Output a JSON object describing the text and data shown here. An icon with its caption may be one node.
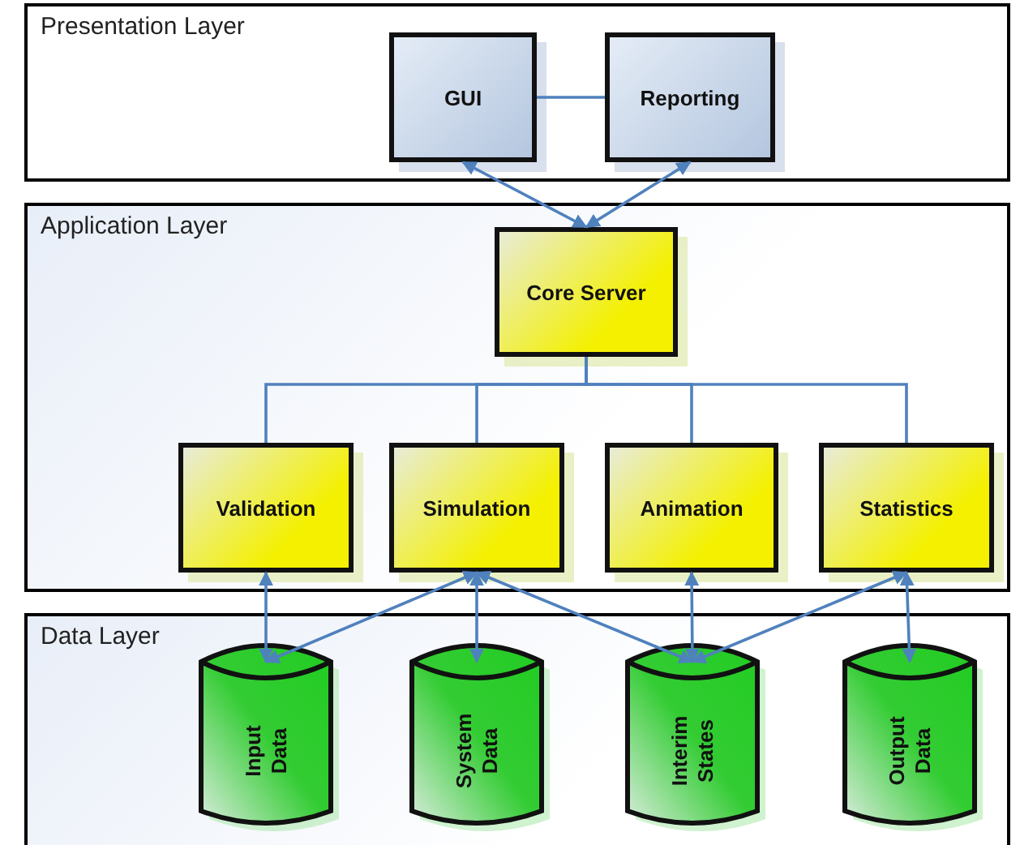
{
  "diagram": {
    "nodes": [
      {
        "text": [
          "Presentation Layer"
        ]
      },
      {
        "text": [
          "GUI"
        ],
        "in": 0
      },
      {
        "text": [
          "Reporting"
        ],
        "in": 0
      },
      {
        "text": [
          "Application Layer"
        ]
      },
      {
        "text": [
          "Core Server"
        ],
        "in": 3
      },
      {
        "text": [
          "Validation"
        ],
        "in": 3
      },
      {
        "text": [
          "Simulation"
        ],
        "in": 3
      },
      {
        "text": [
          "Animation"
        ],
        "in": 3
      },
      {
        "text": [
          "Statistics"
        ],
        "in": 3
      },
      {
        "text": [
          "Data Layer"
        ]
      },
      {
        "text": [
          "Input Data"
        ],
        "in": 9
      },
      {
        "text": [
          "System Data"
        ],
        "in": 9
      },
      {
        "text": [
          "Interim States"
        ],
        "in": 9
      },
      {
        "text": [
          "Output Data"
        ],
        "in": 9
      }
    ],
    "edges": [
      {
        "from": 1,
        "to": 2,
        "arrow": "none"
      },
      {
        "from": 1,
        "to": 4,
        "arrow": "both"
      },
      {
        "from": 2,
        "to": 4,
        "arrow": "both"
      },
      {
        "from": 4,
        "to": 5,
        "arrow": "none"
      },
      {
        "from": 4,
        "to": 6,
        "arrow": "none"
      },
      {
        "from": 4,
        "to": 7,
        "arrow": "none"
      },
      {
        "from": 4,
        "to": 8,
        "arrow": "none"
      },
      {
        "from": 5,
        "to": 10,
        "arrow": "both"
      },
      {
        "from": 6,
        "to": 10,
        "arrow": "both"
      },
      {
        "from": 6,
        "to": 11,
        "arrow": "both"
      },
      {
        "from": 6,
        "to": 12,
        "arrow": "both"
      },
      {
        "from": 7,
        "to": 12,
        "arrow": "both"
      },
      {
        "from": 8,
        "to": 12,
        "arrow": "both"
      },
      {
        "from": 8,
        "to": 13,
        "arrow": "both"
      }
    ]
  }
}
